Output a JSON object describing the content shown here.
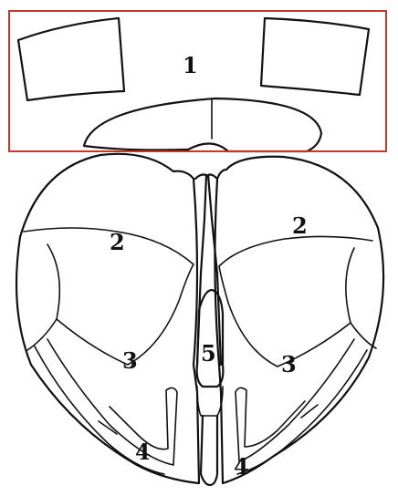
{
  "diagram": {
    "highlight_color": "#c0392b",
    "line_color": "#111111",
    "labels": {
      "region_1": "1",
      "region_2_left": "2",
      "region_2_right": "2",
      "region_3_left": "3",
      "region_3_right": "3",
      "region_4_left": "4",
      "region_4_right": "4",
      "region_5": "5"
    }
  }
}
